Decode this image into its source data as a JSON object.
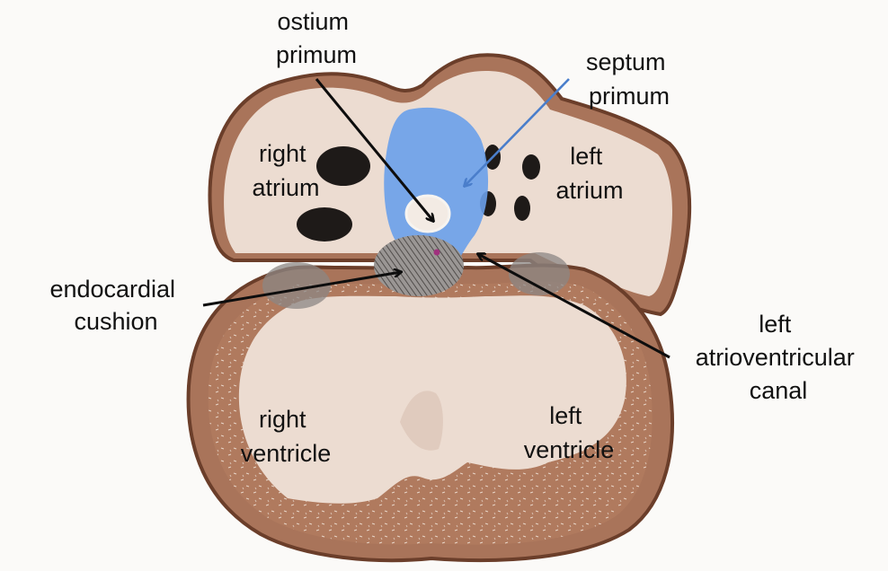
{
  "labels": {
    "ostium_primum": [
      "ostium",
      "primum"
    ],
    "septum_primum": [
      "septum",
      "primum"
    ],
    "right_atrium": [
      "right",
      "atrium"
    ],
    "left_atrium": [
      "left",
      "atrium"
    ],
    "endocardial_cushion": [
      "endocardial",
      "cushion"
    ],
    "left_atrioventricular_canal": [
      "left",
      "atrioventricular",
      "canal"
    ],
    "right_ventricle": [
      "right",
      "ventricle"
    ],
    "left_ventricle": [
      "left",
      "ventricle"
    ]
  },
  "colors": {
    "wall": "#a9745a",
    "wall_dark": "#7a4a33",
    "lumen": "#ecdcd1",
    "septum_primum": "#6aa0ea",
    "cushion": "#8e8a88",
    "hole": "#1e1a18",
    "arrow": "#0d0d0d",
    "septum_arrow": "#4a7ecb"
  }
}
